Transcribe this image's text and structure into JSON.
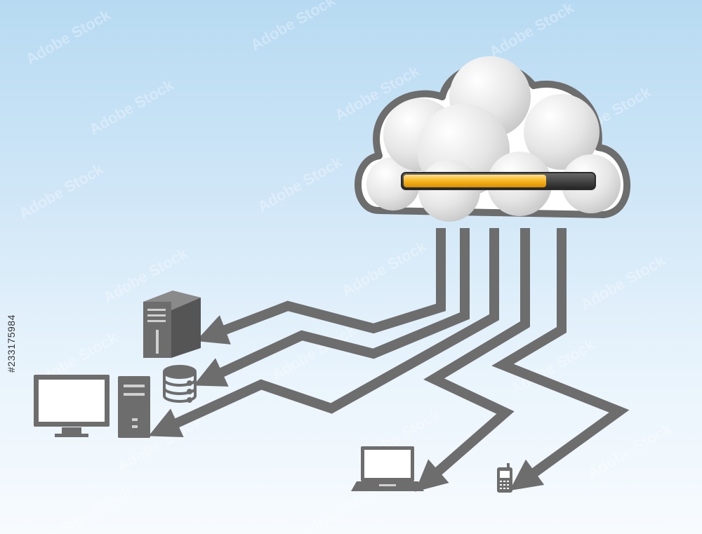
{
  "stock_id": "#233175984",
  "watermark": "Adobe Stock",
  "icons": {
    "cloud": "cloud-icon",
    "server": "server-tower-icon",
    "database": "database-icon",
    "desktop": "desktop-computer-icon",
    "laptop": "laptop-icon",
    "phone": "mobile-phone-icon"
  },
  "progress": {
    "fraction": 0.75,
    "fill_color": "#f7b51f",
    "track_color": "#3a3a3a"
  },
  "colors": {
    "connector": "#6d6d6d",
    "device": "#6d6d6d",
    "sky_top": "#b7daf2",
    "sky_bottom": "#f7fbfe"
  }
}
